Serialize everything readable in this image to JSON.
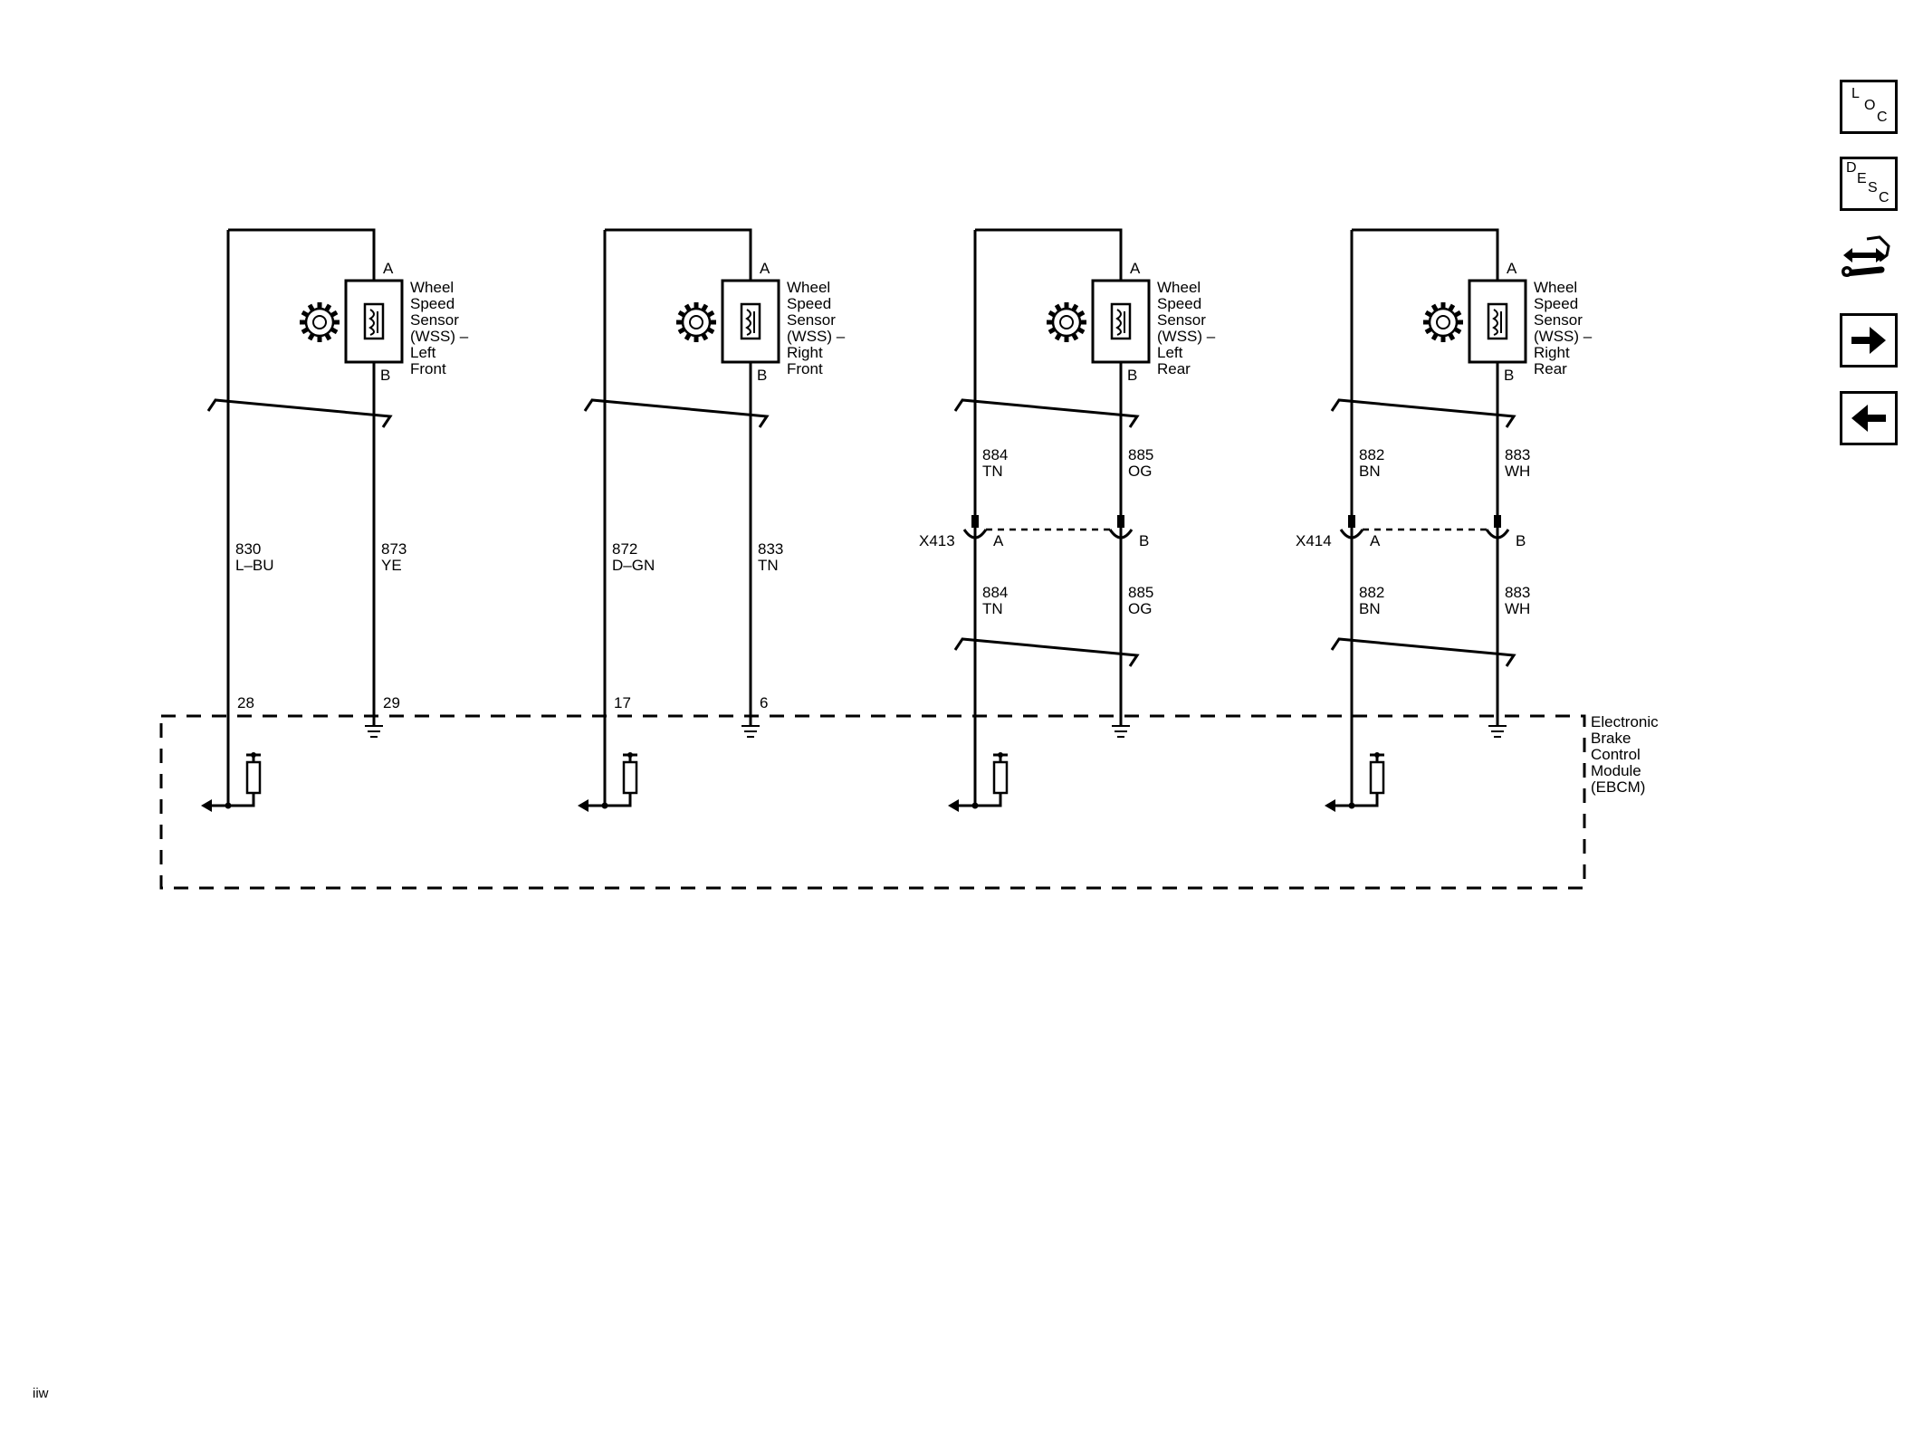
{
  "nav_buttons": [
    {
      "name": "loc-button",
      "label": [
        "L",
        "O",
        "C"
      ]
    },
    {
      "name": "desc-button",
      "label": [
        "D",
        "E",
        "S",
        "C"
      ]
    },
    {
      "name": "connector-repair-button",
      "icon": "connector-wrench-icon"
    },
    {
      "name": "next-button",
      "icon": "arrow-right-icon"
    },
    {
      "name": "previous-button",
      "icon": "arrow-left-icon"
    }
  ],
  "sensors": [
    {
      "id": "lf",
      "pin_top": "A",
      "pin_bottom": "B",
      "label": [
        "Wheel",
        "Speed",
        "Sensor",
        "(WSS) –",
        "Left",
        "Front"
      ],
      "left_wire": {
        "circuit": "830",
        "color": "L–BU",
        "ecm_pin": "28"
      },
      "right_wire": {
        "circuit": "873",
        "color": "YE",
        "ecm_pin": "29"
      }
    },
    {
      "id": "rf",
      "pin_top": "A",
      "pin_bottom": "B",
      "label": [
        "Wheel",
        "Speed",
        "Sensor",
        "(WSS) –",
        "Right",
        "Front"
      ],
      "left_wire": {
        "circuit": "872",
        "color": "D–GN",
        "ecm_pin": "17"
      },
      "right_wire": {
        "circuit": "833",
        "color": "TN",
        "ecm_pin": "6"
      }
    },
    {
      "id": "lr",
      "pin_top": "A",
      "pin_bottom": "B",
      "label": [
        "Wheel",
        "Speed",
        "Sensor",
        "(WSS) –",
        "Left",
        "Rear"
      ],
      "connector": {
        "name": "X413",
        "pin_left": "A",
        "pin_right": "B"
      },
      "left_wire": {
        "circuit": "884",
        "color": "TN"
      },
      "right_wire": {
        "circuit": "885",
        "color": "OG"
      }
    },
    {
      "id": "rr",
      "pin_top": "A",
      "pin_bottom": "B",
      "label": [
        "Wheel",
        "Speed",
        "Sensor",
        "(WSS) –",
        "Right",
        "Rear"
      ],
      "connector": {
        "name": "X414",
        "pin_left": "A",
        "pin_right": "B"
      },
      "left_wire": {
        "circuit": "882",
        "color": "BN"
      },
      "right_wire": {
        "circuit": "883",
        "color": "WH"
      }
    }
  ],
  "module": {
    "label": [
      "Electronic",
      "Brake",
      "Control",
      "Module",
      "(EBCM)"
    ]
  },
  "footer": "iiw",
  "colors": {
    "line": "#000000",
    "background": "#ffffff"
  }
}
